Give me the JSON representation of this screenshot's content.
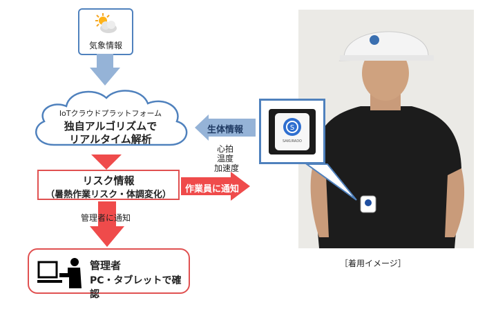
{
  "weather": {
    "label": "気象情報",
    "icon": "sun-cloud-icon"
  },
  "cloud": {
    "line1": "IoTクラウドプラットフォーム",
    "line2": "独自アルゴリズムで",
    "line3": "リアルタイム解析"
  },
  "bio": {
    "title": "生体情報",
    "items": [
      "心拍",
      "温度",
      "加速度"
    ]
  },
  "risk": {
    "title": "リスク情報",
    "subtitle": "（暑熱作業リスク・体調変化）"
  },
  "notify_worker": "作業員に通知",
  "notify_manager": "管理者に通知",
  "manager": {
    "title": "管理者",
    "subtitle": "PC・タブレットで確認"
  },
  "device": {
    "brand": "SAKURADO"
  },
  "caption": "［着用イメージ］",
  "colors": {
    "blue": "#4f81bd",
    "blue_arrow": "#95b3d7",
    "red": "#e05050",
    "red_fill": "#ef4b4b"
  }
}
